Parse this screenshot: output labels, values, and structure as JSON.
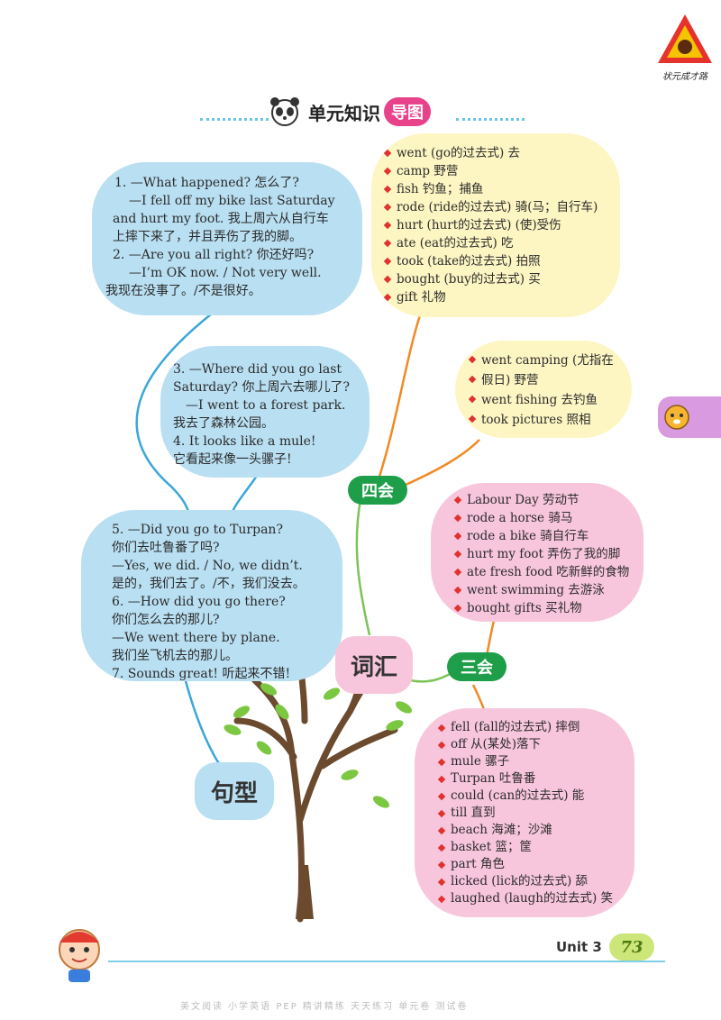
{
  "publisher_logo_text": "状元成才路",
  "header": {
    "title": "单元知识",
    "title_highlight": "导图"
  },
  "footer": {
    "unit": "Unit 3",
    "page": "73",
    "bottom_text": "美文阅读 小学英语 PEP 精讲精练 天天练习 单元卷 测试卷"
  },
  "branches": {
    "vocab": "词汇",
    "sentence": "句型",
    "four_skills": "四会",
    "three_skills": "三会"
  },
  "sentence_bubbles": [
    [
      "1. —What happened? 怎么了?",
      "—I fell off my bike last Saturday",
      "and hurt my foot. 我上周六从自行车",
      "上摔下来了，并且弄伤了我的脚。",
      "2. —Are you all right? 你还好吗?",
      "—I’m OK now. / Not very well.",
      "我现在没事了。/不是很好。"
    ],
    [
      "3. —Where did you go last",
      "Saturday? 你上周六去哪儿了?",
      "—I went to a forest park.",
      "我去了森林公园。",
      "4. It looks like a mule!",
      "它看起来像一头骡子!"
    ],
    [
      "5. —Did you go to Turpan?",
      "你们去吐鲁番了吗?",
      "—Yes, we did. / No, we didn’t.",
      "是的，我们去了。/不，我们没去。",
      "6. —How did you go there?",
      "你们怎么去的那儿?",
      "—We went there by plane.",
      "我们坐飞机去的那儿。",
      "7. Sounds great! 听起来不错!"
    ]
  ],
  "four_skills_words": [
    "went (go的过去式) 去",
    "camp 野营",
    "fish 钓鱼；捕鱼",
    "rode (ride的过去式) 骑(马；自行车)",
    "hurt (hurt的过去式) (使)受伤",
    "ate (eat的过去式) 吃",
    "took (take的过去式) 拍照",
    "bought (buy的过去式) 买",
    "gift 礼物"
  ],
  "four_skills_phrases": [
    "went camping (尤指在",
    "假日) 野营",
    "went fishing 去钓鱼",
    "took pictures 照相"
  ],
  "three_skills_phrases": [
    "Labour Day 劳动节",
    "rode a horse 骑马",
    "rode a bike 骑自行车",
    "hurt my foot 弄伤了我的脚",
    "ate fresh food 吃新鲜的食物",
    "went swimming 去游泳",
    "bought gifts 买礼物"
  ],
  "three_skills_words": [
    "fell (fall的过去式) 摔倒",
    "off 从(某处)落下",
    "mule 骡子",
    "Turpan 吐鲁番",
    "could (can的过去式) 能",
    "till 直到",
    "beach 海滩；沙滩",
    "basket 篮；筐",
    "part 角色",
    "licked (lick的过去式) 舔",
    "laughed (laugh的过去式) 笑"
  ],
  "colors": {
    "blue_bubble": "#b9dff2",
    "yellow_bubble": "#fdf6c3",
    "pink_bubble": "#f8c6dc",
    "green_pill": "#1f9e4a",
    "bullet": "#e0322f",
    "side_tab": "#d99ae0"
  },
  "icons": {
    "panda": "panda-icon",
    "cartoon_kid": "cartoon-kid-illustration",
    "tiger_tab": "tiger-face-icon",
    "tree": "tree-illustration"
  }
}
